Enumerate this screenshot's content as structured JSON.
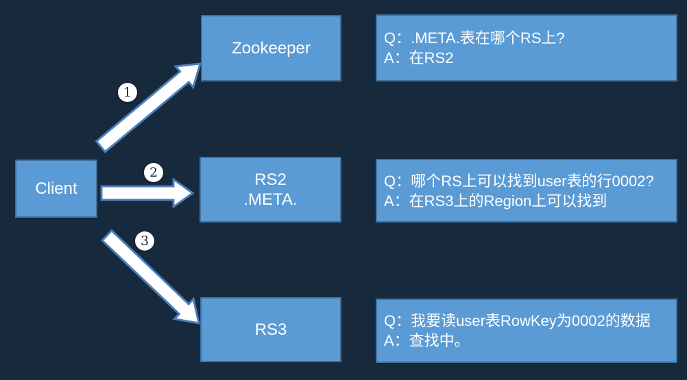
{
  "diagram": {
    "nodes": {
      "client": {
        "label": "Client"
      },
      "zookeeper": {
        "label": "Zookeeper"
      },
      "rs2": {
        "label_line1": "RS2",
        "label_line2": ".META."
      },
      "rs3": {
        "label": "RS3"
      }
    },
    "arrows": [
      {
        "badge": "1",
        "from": "client",
        "to": "zookeeper"
      },
      {
        "badge": "2",
        "from": "client",
        "to": "rs2"
      },
      {
        "badge": "3",
        "from": "client",
        "to": "rs3"
      }
    ],
    "qa_boxes": [
      {
        "q": "Q：.META.表在哪个RS上?",
        "a": "A：在RS2"
      },
      {
        "q": "Q：哪个RS上可以找到user表的行0002?",
        "a": "A：在RS3上的Region上可以找到"
      },
      {
        "q": "Q：我要读user表RowKey为0002的数据",
        "a": "A：查找中。"
      }
    ],
    "colors": {
      "background": "#17293d",
      "box_fill": "#5b9bd5",
      "box_border": "#41719c",
      "arrow_fill": "#ffffff",
      "arrow_border": "#4a7ebb",
      "text": "#ffffff",
      "badge_fill": "#ffffff",
      "badge_text": "#17293d"
    }
  }
}
